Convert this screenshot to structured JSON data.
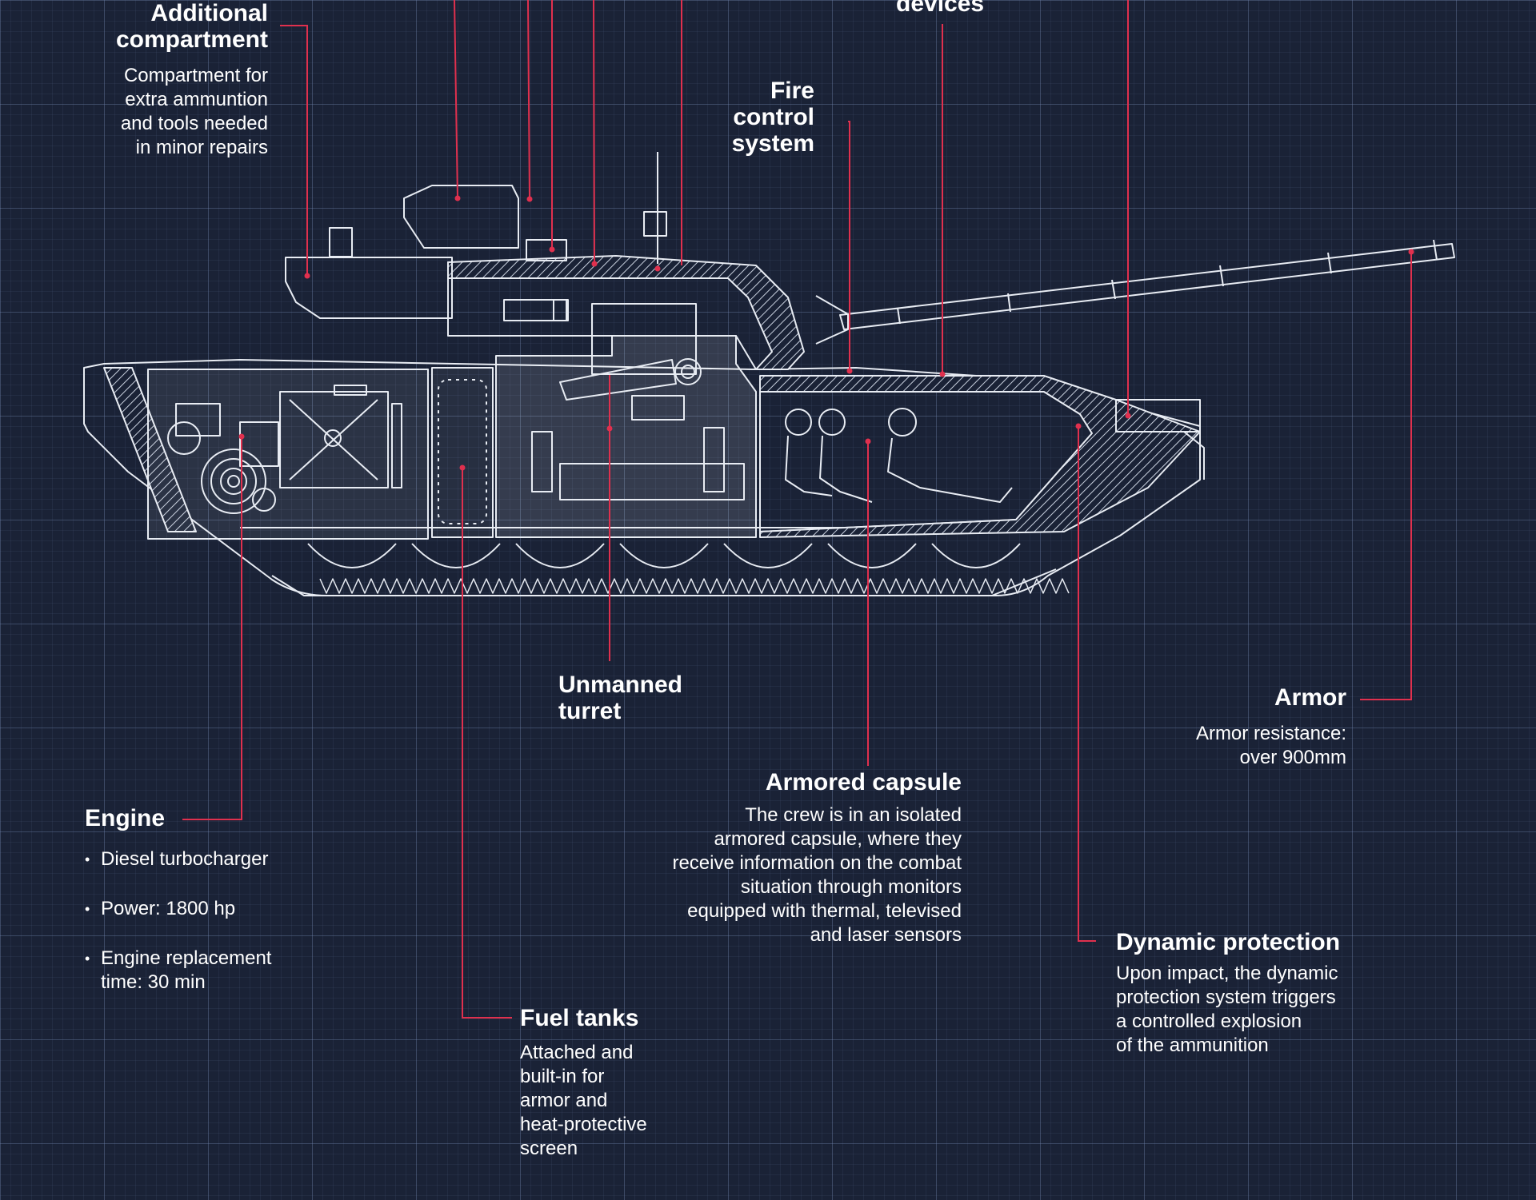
{
  "colors": {
    "background": "#1a2236",
    "leader_line": "#e0304e",
    "outline": "#e8ecf3",
    "interior": "#ffffff"
  },
  "labels": {
    "devices_partial": "devices",
    "additional_compartment": {
      "title": "Additional\ncompartment",
      "description": "Compartment for\nextra ammuntion\nand tools needed\nin minor repairs"
    },
    "fire_control": {
      "title": "Fire\ncontrol\nsystem"
    },
    "unmanned_turret": {
      "title": "Unmanned\nturret"
    },
    "armor": {
      "title": "Armor",
      "description": "Armor resistance:\nover 900mm"
    },
    "armored_capsule": {
      "title": "Armored capsule",
      "description": "The crew is in an isolated\narmored capsule, where they\nreceive information on the combat\nsituation through monitors\nequipped with thermal, televised\nand laser sensors"
    },
    "engine": {
      "title": "Engine",
      "bullets": [
        "Diesel turbocharger",
        "Power: 1800 hp",
        "Engine replacement\ntime: 30 min"
      ]
    },
    "dynamic_protection": {
      "title": "Dynamic protection",
      "description": "Upon impact, the dynamic\nprotection system triggers\na controlled explosion\nof the ammunition"
    },
    "fuel_tanks": {
      "title": "Fuel tanks",
      "description": "Attached and\nbuilt-in for\narmor and\nheat-protective\nscreen"
    }
  }
}
